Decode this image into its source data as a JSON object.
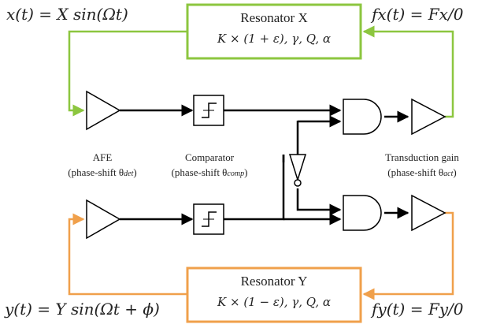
{
  "resonator_x": {
    "title": "Resonator X",
    "params": "K × (1 + ε), γ, Q, α",
    "input_eq": "x(t) = X sin(Ωt)",
    "force_eq": "fx(t) = Fx/0"
  },
  "resonator_y": {
    "title": "Resonator Y",
    "params": "K × (1 − ε), γ, Q, α",
    "input_eq": "y(t) = Y sin(Ωt + ϕ)",
    "force_eq": "fy(t) = Fy/0"
  },
  "afe": {
    "label": "AFE",
    "phase_prefix": "(phase-shift θ",
    "phase_sub": "det",
    "phase_suffix": ")"
  },
  "comparator": {
    "label": "Comparator",
    "phase_prefix": "(phase-shift θ",
    "phase_sub": "comp",
    "phase_suffix": ")"
  },
  "transduction": {
    "label": "Transduction gain",
    "phase_prefix": "(phase-shift θ",
    "phase_sub": "act",
    "phase_suffix": ")"
  },
  "colors": {
    "x_loop": "#8cc63f",
    "y_loop": "#f0a04b",
    "signal": "#000000"
  }
}
